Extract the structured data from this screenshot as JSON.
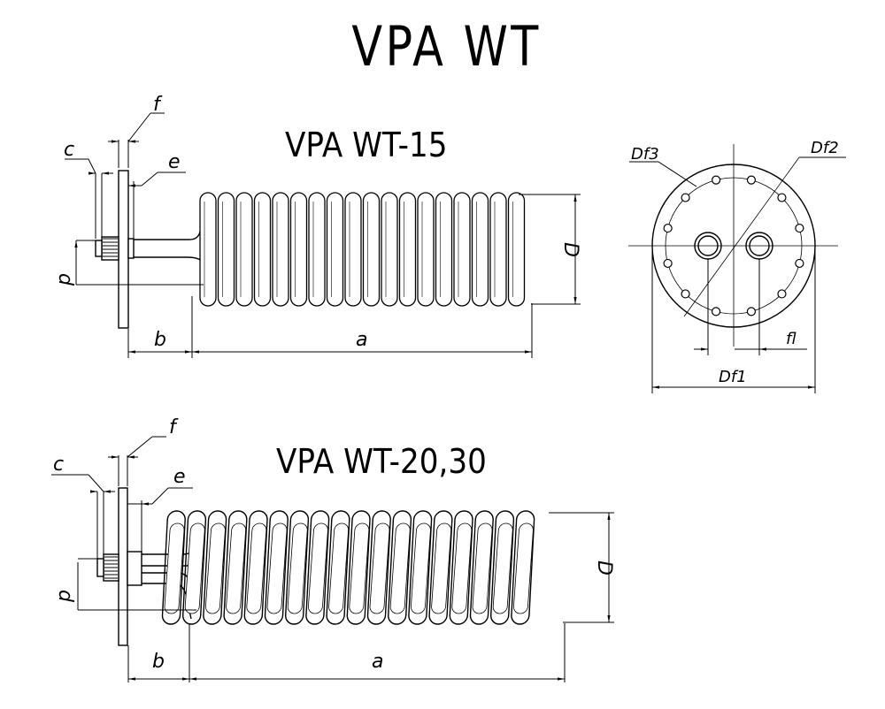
{
  "title": "VPA WT",
  "drawings": {
    "wt15": {
      "title": "VPA WT-15"
    },
    "wt2030": {
      "title": "VPA WT-20,30"
    }
  },
  "dimensions": {
    "a": "a",
    "b": "b",
    "c": "c",
    "d": "d",
    "e": "e",
    "f": "f",
    "D": "D",
    "Df1": "Df1",
    "Df2": "Df2",
    "Df3": "Df3",
    "fl": "fl"
  },
  "colors": {
    "line": "#000000",
    "background": "#ffffff"
  }
}
